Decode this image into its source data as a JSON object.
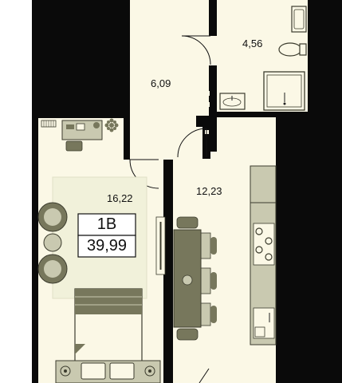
{
  "apartment": {
    "type_code": "1B",
    "total_area": "39,99"
  },
  "rooms": {
    "bathroom_area": "4,56",
    "hall_area": "6,09",
    "kitchen_area": "12,23",
    "bedroom_area": "16,22"
  },
  "colors": {
    "background": "#ffffff",
    "walls": "#0a0a0a",
    "floor": "#fbf8e6",
    "furniture": "#77775c",
    "furniture_light": "#c9c9b0",
    "furniture_outline": "#3c3c2e",
    "rug": "#f1f1da"
  }
}
